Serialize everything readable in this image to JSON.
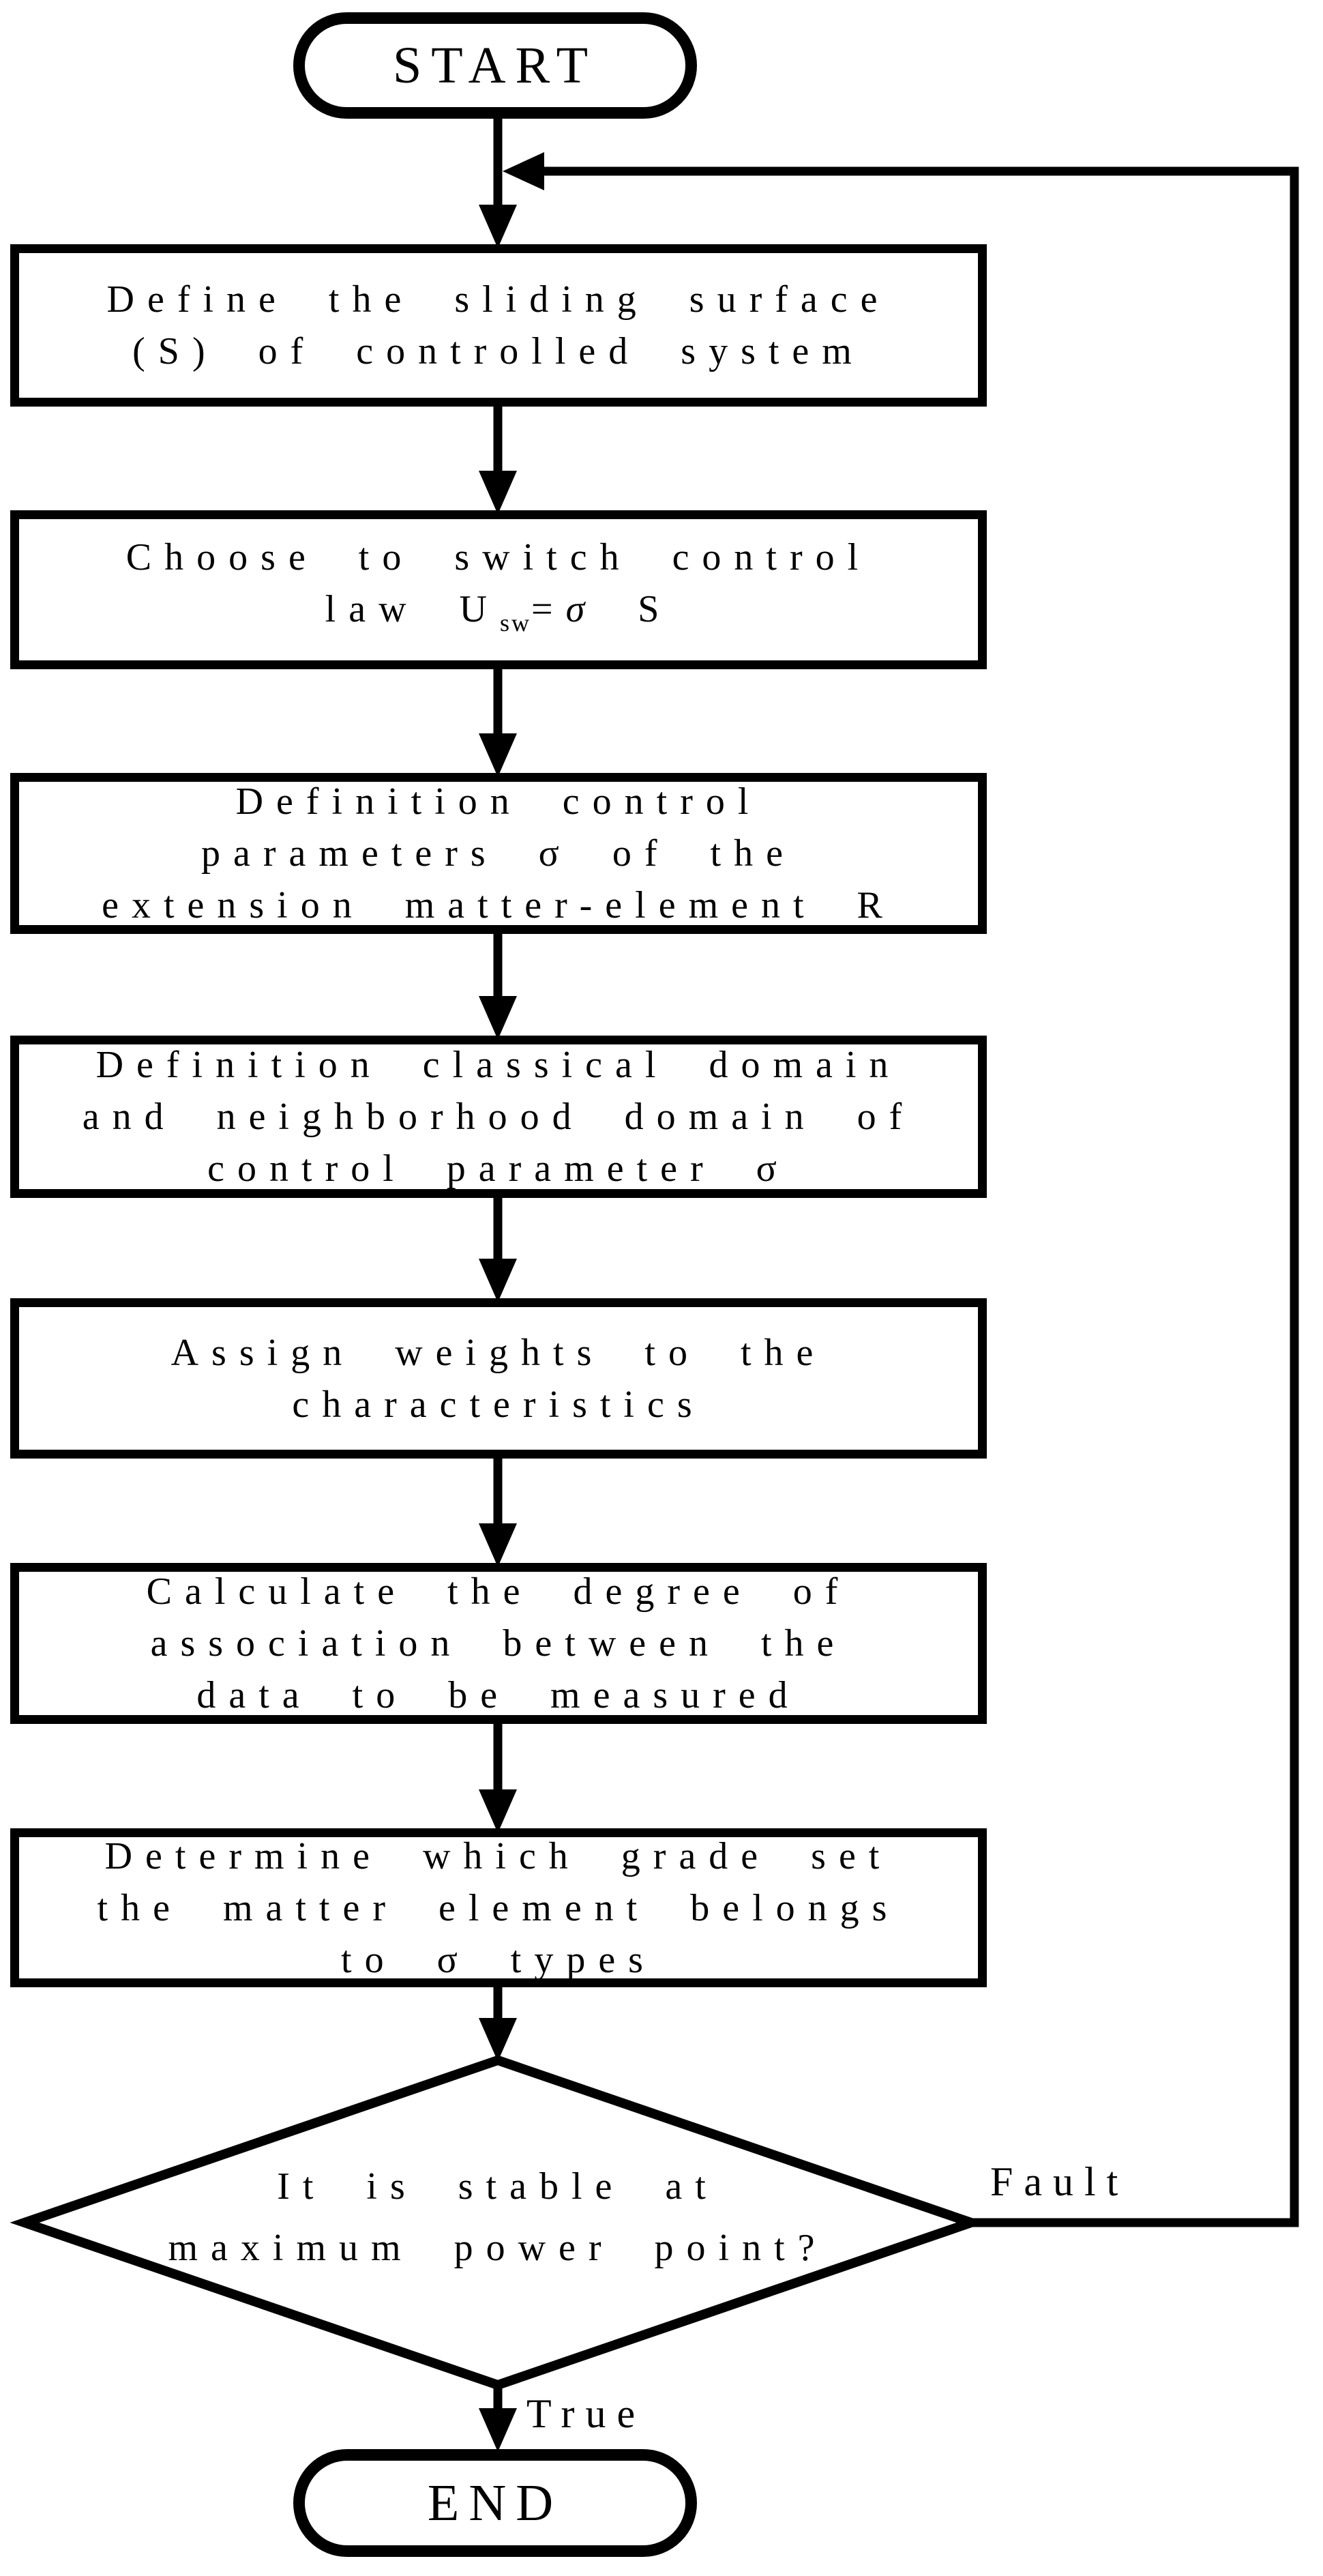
{
  "flowchart": {
    "start": {
      "label": "START"
    },
    "steps": {
      "define_surface": {
        "lines": [
          "Define the sliding surface",
          "(S) of controlled system"
        ]
      },
      "choose_law": {
        "line1": "Choose to switch control",
        "formula": {
          "pre": "law U",
          "sub": "sw",
          "equals": "=",
          "sigma": "σ",
          "post": " S"
        }
      },
      "definition_parameters": {
        "lines": [
          "Definition control",
          "parameters σ of the",
          "extension matter-element R"
        ]
      },
      "definition_domains": {
        "lines": [
          "Definition classical domain",
          "and neighborhood domain of",
          "control parameter σ"
        ]
      },
      "assign_weights": {
        "lines": [
          "Assign weights to the",
          "characteristics"
        ]
      },
      "calculate_degree": {
        "lines": [
          "Calculate the degree of",
          "association between the",
          "data to be measured"
        ]
      },
      "determine_grade": {
        "lines": [
          "Determine which grade set",
          "the matter element belongs",
          "to σ types"
        ]
      }
    },
    "decision": {
      "lines": [
        "It is stable at",
        "maximum power point?"
      ]
    },
    "edge_labels": {
      "fault": "Fault",
      "true": "True"
    },
    "end": {
      "label": "END"
    },
    "colors": {
      "stroke": "#000000",
      "background": "#ffffff"
    }
  }
}
